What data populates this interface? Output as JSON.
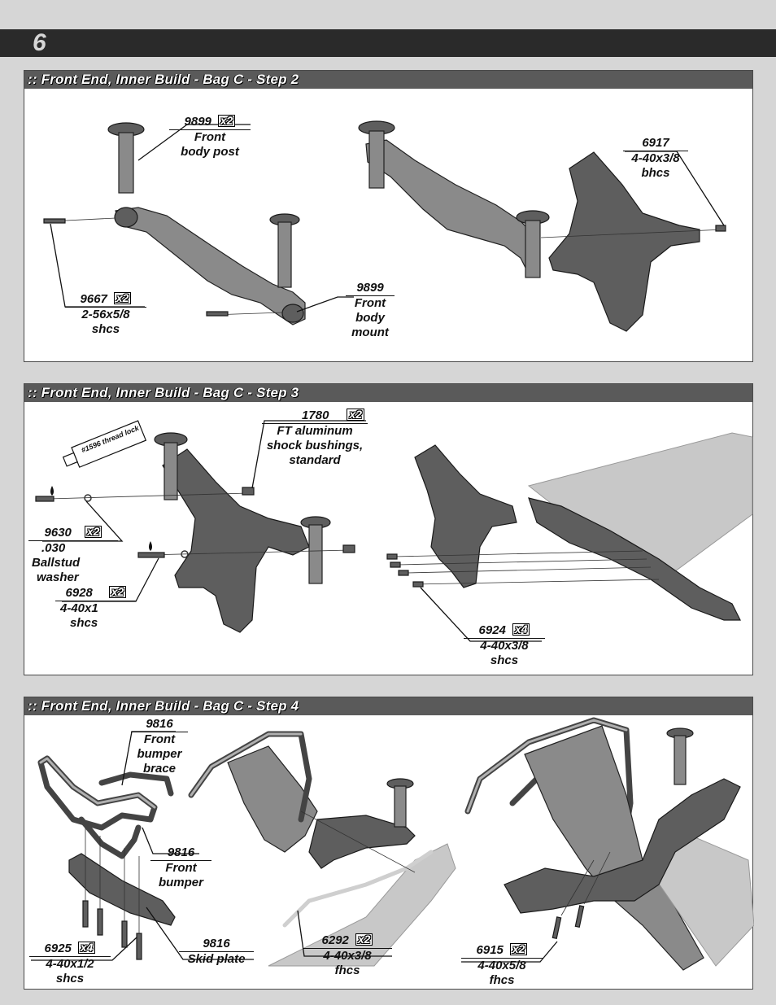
{
  "page": {
    "number": "6"
  },
  "steps": [
    {
      "title": ":: Front End, Inner Build - Bag C - Step 2",
      "parts": [
        {
          "num": "9899",
          "qty": "x2",
          "lines": [
            "Front",
            "body post"
          ]
        },
        {
          "num": "6917",
          "qty": "",
          "lines": [
            "4-40x3/8",
            "bhcs"
          ]
        },
        {
          "num": "9667",
          "qty": "x2",
          "lines": [
            "2-56x5/8",
            "shcs"
          ]
        },
        {
          "num": "9899",
          "qty": "",
          "lines": [
            "Front",
            "body",
            "mount"
          ]
        }
      ]
    },
    {
      "title": ":: Front End, Inner Build - Bag C - Step 3",
      "thread_lock": "#1596 thread lock",
      "parts": [
        {
          "num": "1780",
          "qty": "x2",
          "lines": [
            "FT aluminum",
            "shock bushings,",
            "standard"
          ]
        },
        {
          "num": "9630",
          "qty": "x2",
          "lines": [
            ".030",
            "Ballstud",
            "washer"
          ]
        },
        {
          "num": "6928",
          "qty": "x2",
          "lines": [
            "4-40x1",
            "shcs"
          ]
        },
        {
          "num": "6924",
          "qty": "x4",
          "lines": [
            "4-40x3/8",
            "shcs"
          ]
        }
      ]
    },
    {
      "title": ":: Front End, Inner Build - Bag C - Step 4",
      "parts": [
        {
          "num": "9816",
          "qty": "",
          "lines": [
            "Front",
            "bumper",
            "brace"
          ]
        },
        {
          "num": "9816",
          "qty": "",
          "lines": [
            "Front",
            "bumper"
          ]
        },
        {
          "num": "6925",
          "qty": "x4",
          "lines": [
            "4-40x1/2",
            "shcs"
          ]
        },
        {
          "num": "9816",
          "qty": "",
          "lines": [
            "Skid plate"
          ]
        },
        {
          "num": "6292",
          "qty": "x2",
          "lines": [
            "4-40x3/8",
            "fhcs"
          ]
        },
        {
          "num": "6915",
          "qty": "x2",
          "lines": [
            "4-40x5/8",
            "fhcs"
          ]
        }
      ]
    }
  ]
}
